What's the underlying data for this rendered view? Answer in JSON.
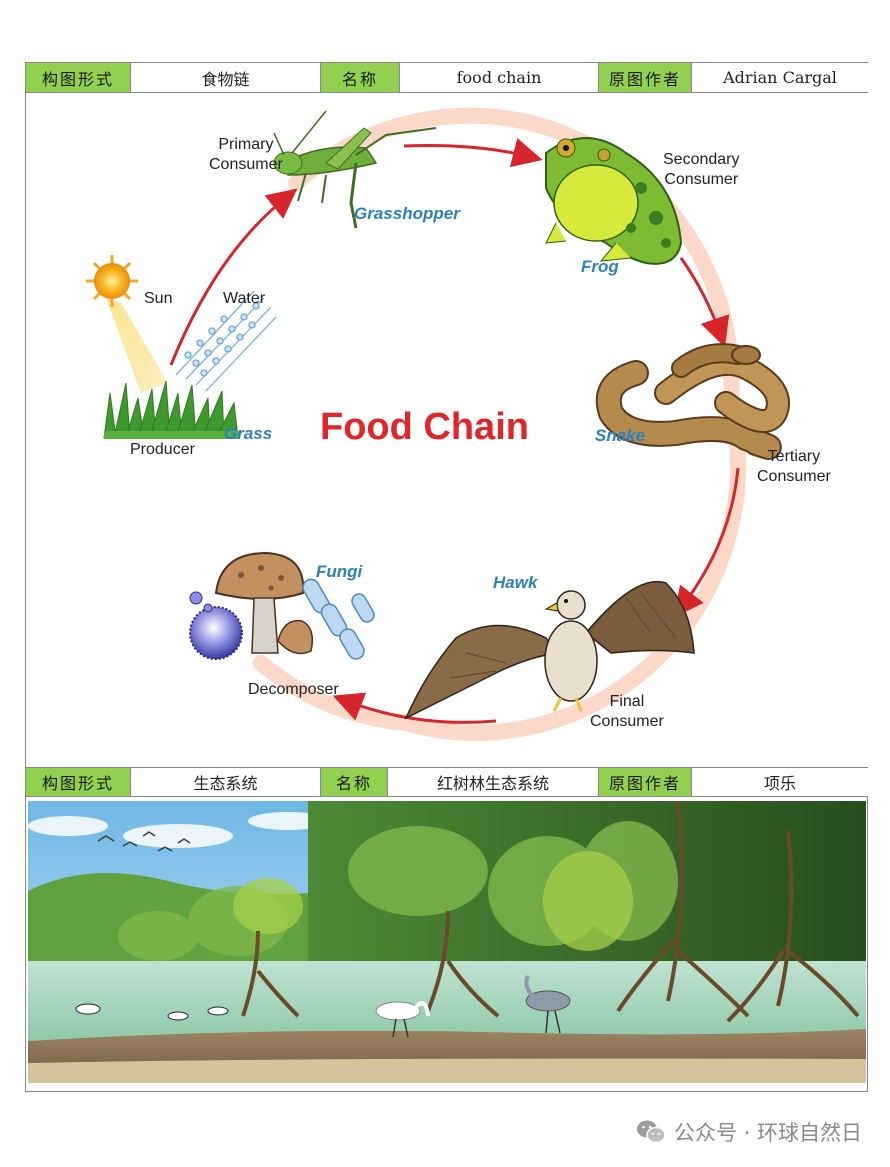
{
  "header1": {
    "label_form": "构图形式",
    "form": "食物链",
    "label_name": "名称",
    "name": "food chain",
    "label_author": "原图作者",
    "author": "Adrian Cargal"
  },
  "food_chain": {
    "title": "Food Chain",
    "sun": "Sun",
    "water": "Water",
    "producer": "Producer",
    "grass": "Grass",
    "primary_line1": "Primary",
    "primary_line2": "Consumer",
    "grasshopper": "Grasshopper",
    "secondary_line1": "Secondary",
    "secondary_line2": "Consumer",
    "frog": "Frog",
    "snake": "Snake",
    "tertiary_line1": "Tertiary",
    "tertiary_line2": "Consumer",
    "hawk": "Hawk",
    "final_line1": "Final",
    "final_line2": "Consumer",
    "fungi": "Fungi",
    "decomposer": "Decomposer",
    "colors": {
      "arrow": "#d7262b",
      "ring": "#fbd8c8",
      "title": "#e0262a",
      "species": "#2e7fc0"
    }
  },
  "header2": {
    "label_form": "构图形式",
    "form": "生态系统",
    "label_name": "名称",
    "name": "红树林生态系统",
    "label_author": "原图作者",
    "author": "项乐"
  },
  "footer": {
    "account": "公众号 · 环球自然日",
    "icon": "wechat-icon"
  }
}
